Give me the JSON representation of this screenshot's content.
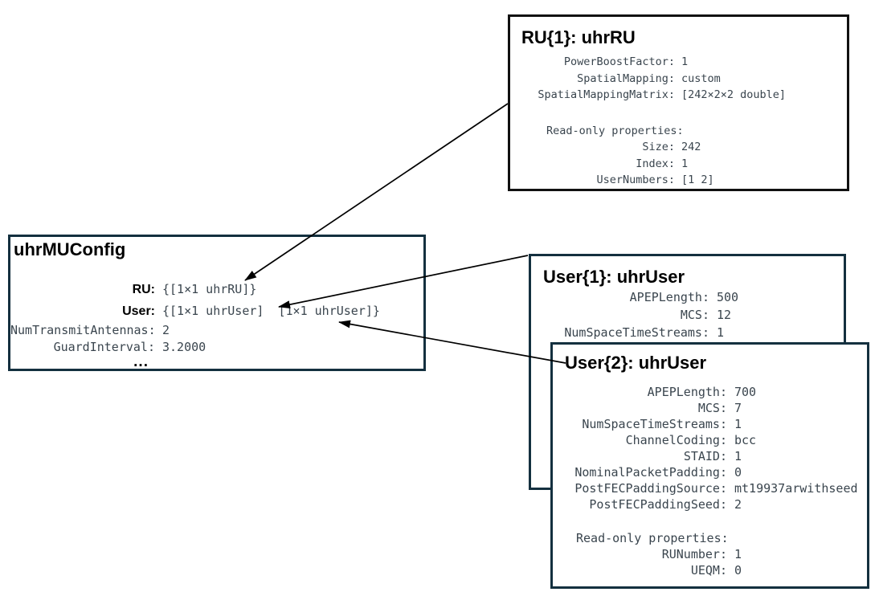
{
  "colors": {
    "box_border_navy": "#14303f",
    "ru_box_border": "#111111",
    "mono_text": "#3a454e",
    "title_text": "#000000",
    "arrow": "#000000",
    "background": "#ffffff"
  },
  "boxes": {
    "ru": {
      "title": "RU{1}: uhrRU",
      "properties": [
        {
          "name": "PowerBoostFactor:",
          "value": "1"
        },
        {
          "name": "SpatialMapping:",
          "value": "custom"
        },
        {
          "name": "SpatialMappingMatrix:",
          "value": "[242×2×2 double]"
        }
      ],
      "readonly_header": "Read-only properties:",
      "readonly_properties": [
        {
          "name": "Size:",
          "value": "242"
        },
        {
          "name": "Index:",
          "value": "1"
        },
        {
          "name": "UserNumbers:",
          "value": "[1 2]"
        }
      ]
    },
    "mu": {
      "title": "uhrMUConfig",
      "properties": [
        {
          "name": "RU:",
          "value": "{[1×1 uhrRU]}"
        },
        {
          "name": "User:",
          "value": "{[1×1 uhrUser]  [1×1 uhrUser]}"
        },
        {
          "name": "NumTransmitAntennas:",
          "value": "2"
        },
        {
          "name": "GuardInterval:",
          "value": "3.2000"
        }
      ],
      "ellipsis": "..."
    },
    "user1": {
      "title": "User{1}: uhrUser",
      "properties": [
        {
          "name": "APEPLength:",
          "value": "500"
        },
        {
          "name": "MCS:",
          "value": "12"
        },
        {
          "name": "NumSpaceTimeStreams:",
          "value": "1"
        }
      ]
    },
    "user2": {
      "title": "User{2}: uhrUser",
      "properties": [
        {
          "name": "APEPLength:",
          "value": "700"
        },
        {
          "name": "MCS:",
          "value": "7"
        },
        {
          "name": "NumSpaceTimeStreams:",
          "value": "1"
        },
        {
          "name": "ChannelCoding:",
          "value": "bcc"
        },
        {
          "name": "STAID:",
          "value": "1"
        },
        {
          "name": "NominalPacketPadding:",
          "value": "0"
        },
        {
          "name": "PostFECPaddingSource:",
          "value": "mt19937arwithseed"
        },
        {
          "name": "PostFECPaddingSeed:",
          "value": "2"
        }
      ],
      "readonly_header": "Read-only properties:",
      "readonly_properties": [
        {
          "name": "RUNumber:",
          "value": "1"
        },
        {
          "name": "UEQM:",
          "value": "0"
        }
      ]
    }
  }
}
